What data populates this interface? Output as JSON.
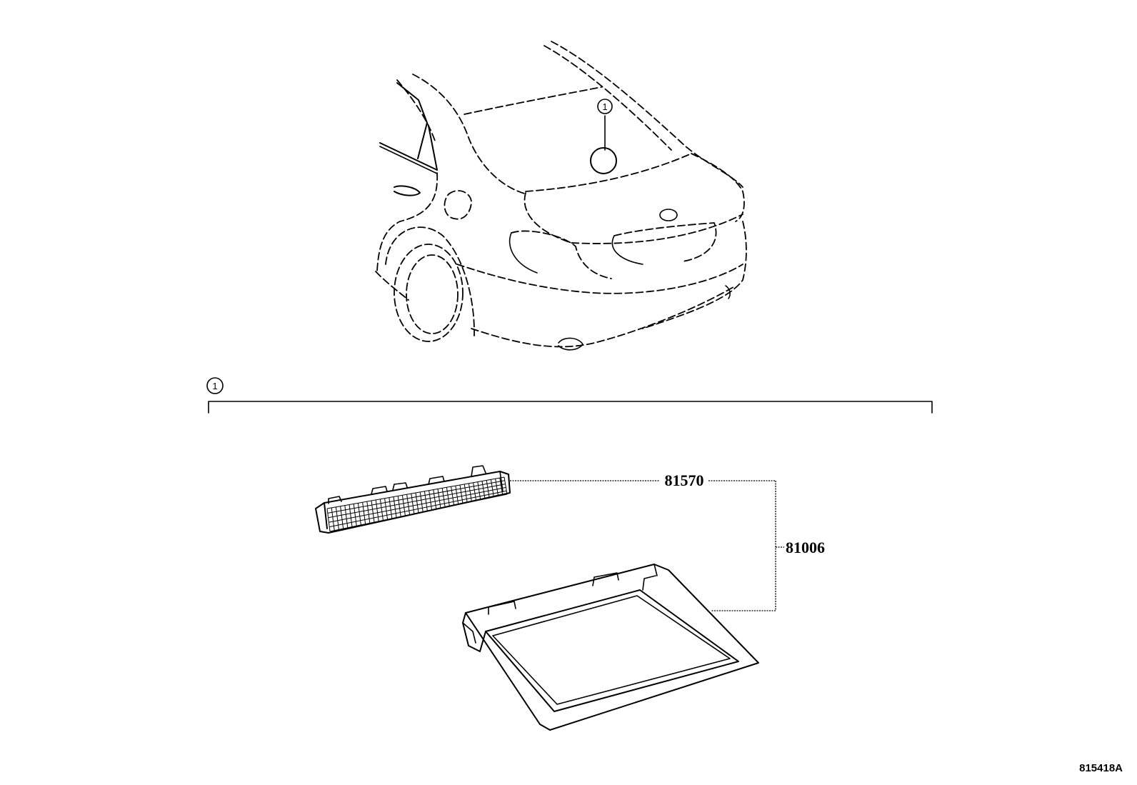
{
  "callouts": {
    "car_callout_number": "1",
    "group_callout_number": "1"
  },
  "parts": {
    "lamp_unit": "81570",
    "lamp_assembly": "81006"
  },
  "figure_id": "815418A"
}
